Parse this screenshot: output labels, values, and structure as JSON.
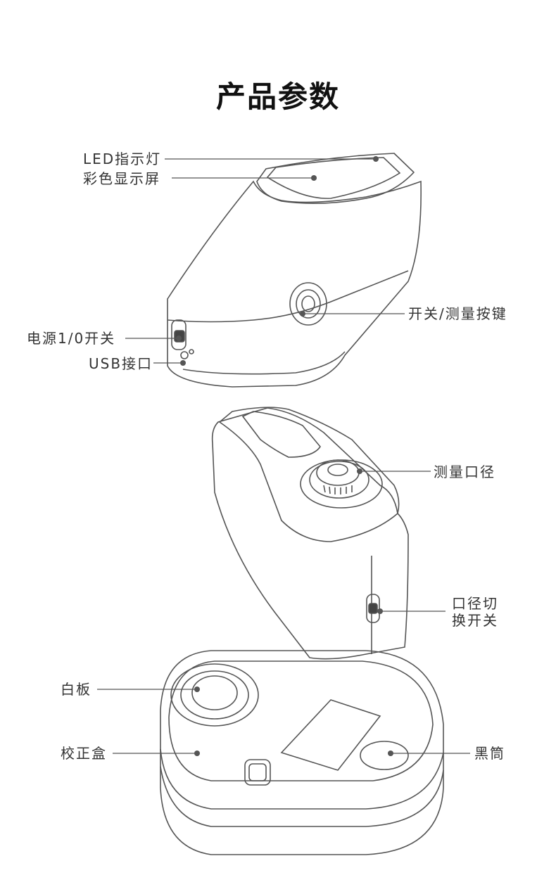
{
  "page": {
    "title": "产品参数"
  },
  "labels": {
    "led": "LED指示灯",
    "screen": "彩色显示屏",
    "power": "电源1/0开关",
    "usb": "USB接口",
    "measure_key": "开关/测量按键",
    "aperture": "测量口径",
    "switch_line1": "口径切",
    "switch_line2": "换开关",
    "white_plate": "白板",
    "calib_box": "校正盒",
    "black_tube": "黑筒"
  },
  "colors": {
    "line": "#555555",
    "text": "#333333",
    "title": "#111111"
  }
}
